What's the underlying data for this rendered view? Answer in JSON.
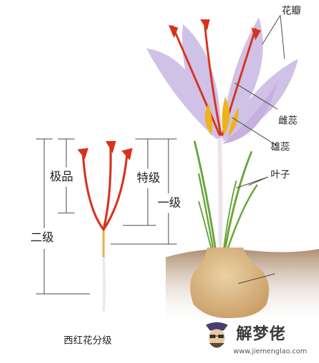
{
  "labels": {
    "petal": "花瓣",
    "pistil": "雌蕊",
    "stamen": "雄蕊",
    "leaf": "叶子",
    "grade_premium": "极品",
    "grade_special": "特级",
    "grade_first": "一级",
    "grade_second": "二级",
    "caption": "西红花分级"
  },
  "watermark": {
    "brand": "解梦佬",
    "url": "www.jiemenglao.com"
  },
  "colors": {
    "petal": "#c7b6e0",
    "stigma": "#d8321e",
    "anther": "#f0b21c",
    "leaf": "#6aa63a",
    "soil": "#8f6a48",
    "bulb": "#d7b483"
  }
}
